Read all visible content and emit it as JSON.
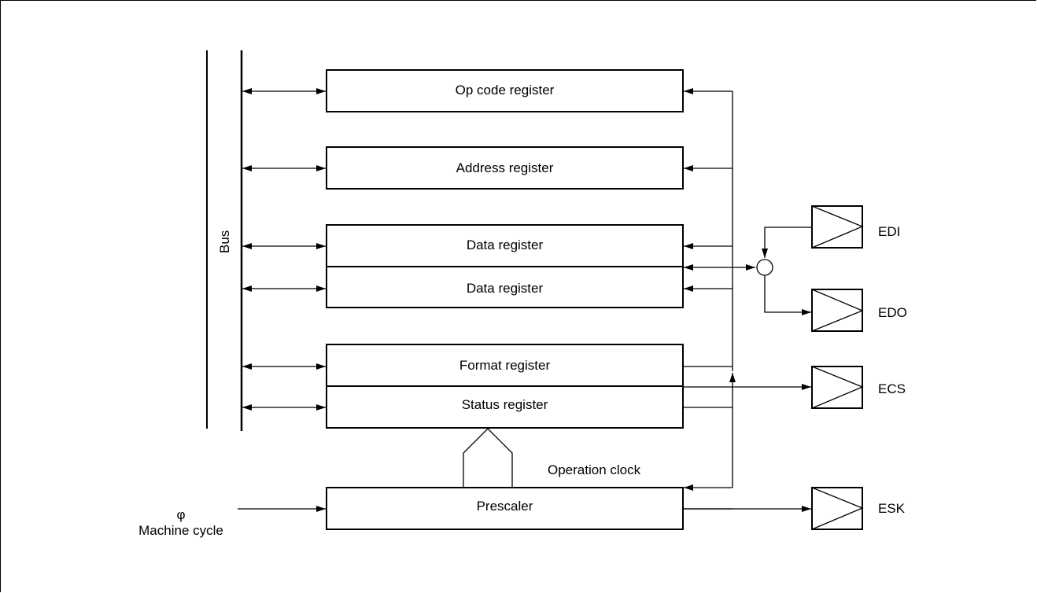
{
  "bus_label": "Bus",
  "registers": {
    "opcode": "Op code register",
    "address": "Address register",
    "data1": "Data register",
    "data2": "Data register",
    "format": "Format register",
    "status": "Status register",
    "prescaler": "Prescaler"
  },
  "pins": {
    "edi": "EDI",
    "edo": "EDO",
    "ecs": "ECS",
    "esk": "ESK"
  },
  "operation_clock": "Operation clock",
  "phi_symbol": "φ",
  "machine_cycle": "Machine cycle"
}
